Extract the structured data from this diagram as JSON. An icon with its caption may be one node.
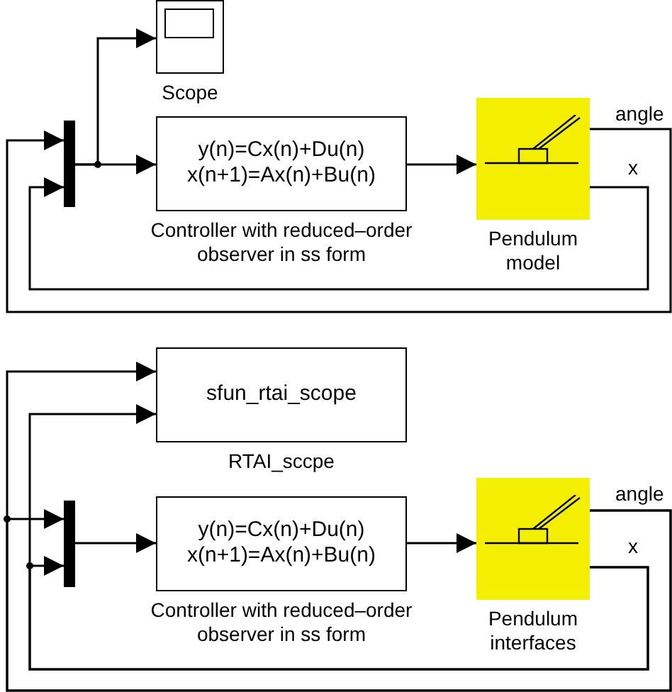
{
  "diagram": {
    "nodes": [
      {
        "text": [
          "Scope"
        ]
      },
      {
        "text": [],
        "shape": "bar"
      },
      {
        "text": [
          "y(n)=Cx(n)+Du(n)",
          "x(n+1)=Ax(n)+Bu(n)",
          "Controller with reduced–order observer in ss form"
        ]
      },
      {
        "text": [
          "Pendulum model"
        ]
      },
      {
        "text": [
          "sfun_rtai_scope",
          "RTAI_sccpe"
        ]
      },
      {
        "text": [],
        "shape": "bar"
      },
      {
        "text": [
          "y(n)=Cx(n)+Du(n)",
          "x(n+1)=Ax(n)+Bu(n)",
          "Controller with reduced–order observer in ss form"
        ]
      },
      {
        "text": [
          "Pendulum interfaces"
        ]
      }
    ],
    "edges": [
      {
        "from": 3,
        "to": 1,
        "arrow": "to",
        "label": "angle"
      },
      {
        "from": 3,
        "to": 1,
        "arrow": "to",
        "label": "x"
      },
      {
        "from": 1,
        "to": 0,
        "arrow": "to"
      },
      {
        "from": 1,
        "to": 2,
        "arrow": "to"
      },
      {
        "from": 2,
        "to": 3,
        "arrow": "to"
      },
      {
        "from": 7,
        "to": 4,
        "arrow": "to",
        "label": "angle"
      },
      {
        "from": 7,
        "to": 4,
        "arrow": "to",
        "label": "x"
      },
      {
        "from": 7,
        "to": 5,
        "arrow": "to"
      },
      {
        "from": 7,
        "to": 5,
        "arrow": "to"
      },
      {
        "from": 5,
        "to": 6,
        "arrow": "to"
      },
      {
        "from": 6,
        "to": 7,
        "arrow": "to"
      }
    ]
  }
}
